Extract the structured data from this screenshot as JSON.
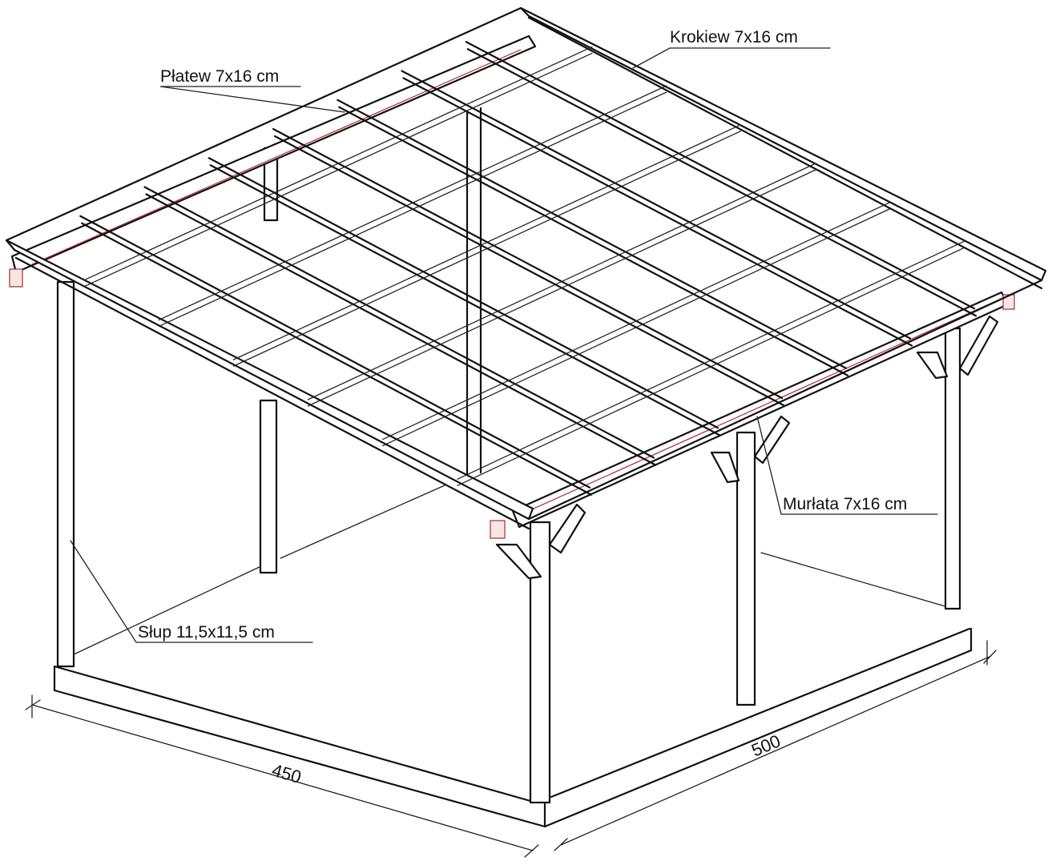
{
  "labels": {
    "rafter": "Krokiew 7x16 cm",
    "purlin": "Płatew 7x16 cm",
    "wall_plate": "Murłata 7x16 cm",
    "post": "Słup 11,5x11,5 cm"
  },
  "dimensions": {
    "width": "450",
    "length": "500"
  },
  "colors": {
    "line": "#111111",
    "hidden_edge": "#b02a2a"
  }
}
